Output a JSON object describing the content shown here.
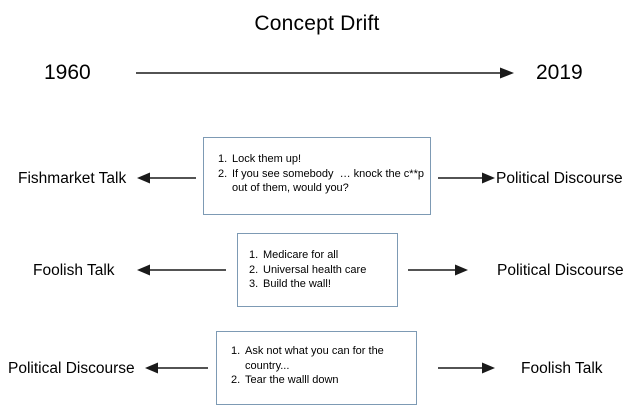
{
  "title": "Concept Drift",
  "timeline": {
    "start_year": "1960",
    "end_year": "2019",
    "arrow_direction": "right"
  },
  "rows": [
    {
      "left_label": "Fishmarket Talk",
      "right_label": "Political Discourse",
      "left_arrow": "arrow-left",
      "right_arrow": "arrow-right",
      "items": [
        {
          "num": "1.",
          "text": "Lock them up!"
        },
        {
          "num": "2.",
          "text": "If you see somebody  … knock the c**p out of them, would you?"
        }
      ]
    },
    {
      "left_label": "Foolish Talk",
      "right_label": "Political Discourse",
      "left_arrow": "arrow-left",
      "right_arrow": "arrow-right",
      "items": [
        {
          "num": "1.",
          "text": "Medicare for all"
        },
        {
          "num": "2.",
          "text": "Universal health care"
        },
        {
          "num": "3.",
          "text": "Build the wall!"
        }
      ]
    },
    {
      "left_label": "Political Discourse",
      "right_label": "Foolish Talk",
      "left_arrow": "arrow-left",
      "right_arrow": "arrow-right",
      "items": [
        {
          "num": "1.",
          "text": "Ask not what you can for the country..."
        },
        {
          "num": "2.",
          "text": "Tear the walll down"
        }
      ]
    }
  ],
  "colors": {
    "box_border": "#7d9ab4",
    "text": "#000000",
    "arrow": "#1a1a1a",
    "background": "#ffffff"
  }
}
